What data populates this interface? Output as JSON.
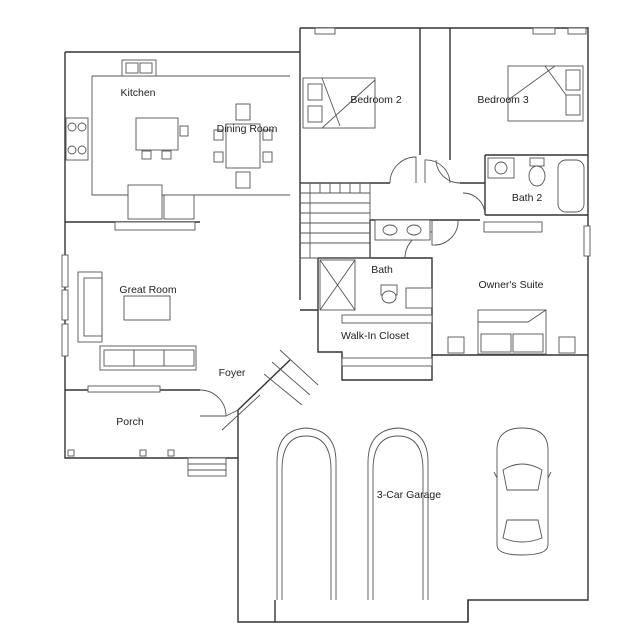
{
  "plan": {
    "rooms": {
      "kitchen": "Kitchen",
      "dining_room": "Dining Room",
      "bedroom_2": "Bedroom 2",
      "bedroom_3": "Bedroom 3",
      "bath_2": "Bath 2",
      "great_room": "Great Room",
      "bath": "Bath",
      "owners_suite": "Owner's Suite",
      "walk_in_closet": "Walk-In Closet",
      "foyer": "Foyer",
      "porch": "Porch",
      "garage": "3-Car Garage"
    }
  }
}
